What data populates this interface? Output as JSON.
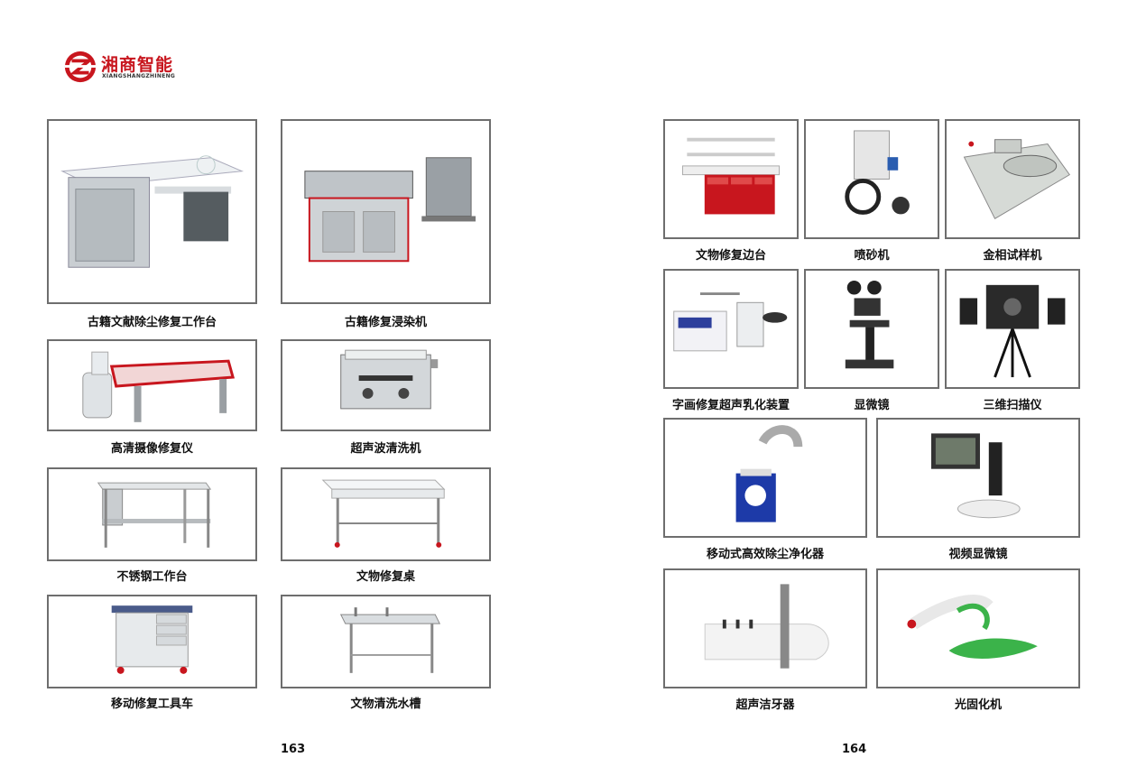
{
  "brand": {
    "name": "湘商智能",
    "pinyin": "XIANGSHANGZHINENG",
    "colors": {
      "red": "#c8161e",
      "dark": "#333333",
      "frame": "#6e6e6e"
    }
  },
  "left_page": {
    "page_number": "163",
    "items": [
      {
        "label": "古籍文献除尘修复工作台",
        "icon": "workbench-icon"
      },
      {
        "label": "古籍修复浸染机",
        "icon": "dyeing-machine-icon"
      },
      {
        "label": "高清摄像修复仪",
        "icon": "camera-repair-icon"
      },
      {
        "label": "超声波清洗机",
        "icon": "ultrasonic-cleaner-icon"
      },
      {
        "label": "不锈钢工作台",
        "icon": "steel-table-icon"
      },
      {
        "label": "文物修复桌",
        "icon": "repair-desk-icon"
      },
      {
        "label": "移动修复工具车",
        "icon": "tool-cart-icon"
      },
      {
        "label": "文物清洗水槽",
        "icon": "sink-icon"
      }
    ]
  },
  "right_page": {
    "page_number": "164",
    "items": [
      {
        "label": "文物修复边台",
        "icon": "side-bench-icon"
      },
      {
        "label": "喷砂机",
        "icon": "sandblaster-icon"
      },
      {
        "label": "金相试样机",
        "icon": "metallographic-machine-icon"
      },
      {
        "label": "字画修复超声乳化装置",
        "icon": "ultrasonic-emulsifier-icon"
      },
      {
        "label": "显微镜",
        "icon": "microscope-icon"
      },
      {
        "label": "三维扫描仪",
        "icon": "3d-scanner-icon"
      },
      {
        "label": "移动式高效除尘净化器",
        "icon": "dust-purifier-icon"
      },
      {
        "label": "视频显微镜",
        "icon": "video-microscope-icon"
      },
      {
        "label": "超声洁牙器",
        "icon": "ultrasonic-scaler-icon"
      },
      {
        "label": "光固化机",
        "icon": "light-curing-icon"
      }
    ]
  }
}
